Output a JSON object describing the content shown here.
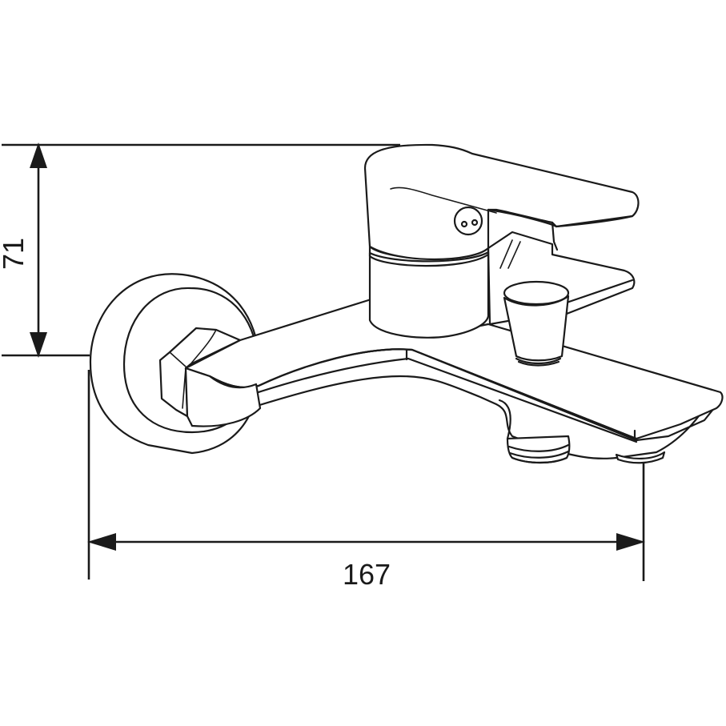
{
  "drawing": {
    "subject": "wall-mounted single-lever bath mixer faucet",
    "view": "isometric line drawing",
    "colors": {
      "line": "#1a1a1a",
      "background": "#ffffff"
    }
  },
  "dimensions": {
    "height": {
      "value": "71",
      "orientation": "vertical",
      "label_rotation_deg": -90
    },
    "width": {
      "value": "167",
      "orientation": "horizontal"
    }
  },
  "parts": [
    "wall-flange",
    "hex-connector",
    "mixer-body",
    "lever-handle",
    "cartridge-cap",
    "diverter-knob",
    "spout",
    "shower-outlet-thread",
    "aerator"
  ]
}
